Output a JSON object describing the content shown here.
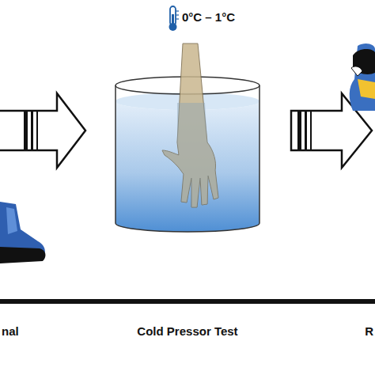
{
  "diagram": {
    "labels": [
      "0°C – 1°C",
      "nal",
      "Cold Pressor Test",
      "R"
    ]
  }
}
